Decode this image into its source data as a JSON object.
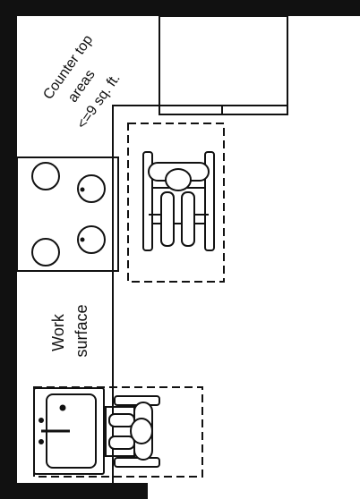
{
  "labels": {
    "counter_line1": "Counter top",
    "counter_line2": "areas",
    "counter_line3": "<=9 sq. ft.",
    "work_line1": "Work",
    "work_line2": "surface"
  },
  "colors": {
    "wall": "#111111",
    "line": "#111111",
    "background": "#ffffff"
  },
  "icons": {
    "wheelchair": "wheelchair-top-view-icon",
    "cooktop": "four-burner-cooktop-icon",
    "sink": "single-basin-sink-icon"
  }
}
